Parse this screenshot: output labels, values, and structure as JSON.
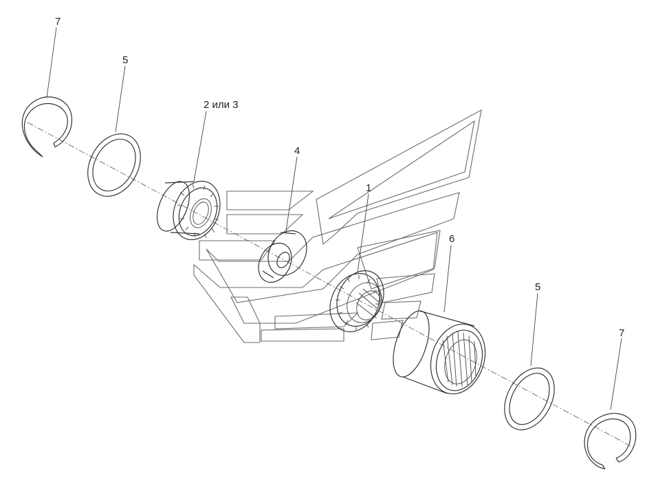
{
  "callouts": {
    "ring_left": "7",
    "washer_left": "5",
    "gear_hub": "2 или 3",
    "spacer": "4",
    "gear": "1",
    "bearing": "6",
    "washer_right": "5",
    "ring_right": "7"
  }
}
